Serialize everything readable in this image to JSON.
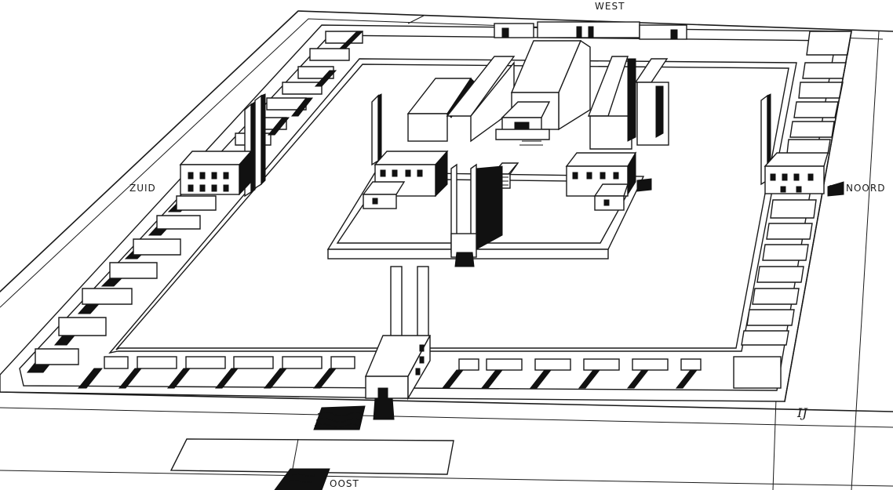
{
  "labels": {
    "west": "WEST",
    "zuid": "ZUID",
    "noord": "NOORD",
    "oost": "OOST"
  },
  "signature": "IJ"
}
